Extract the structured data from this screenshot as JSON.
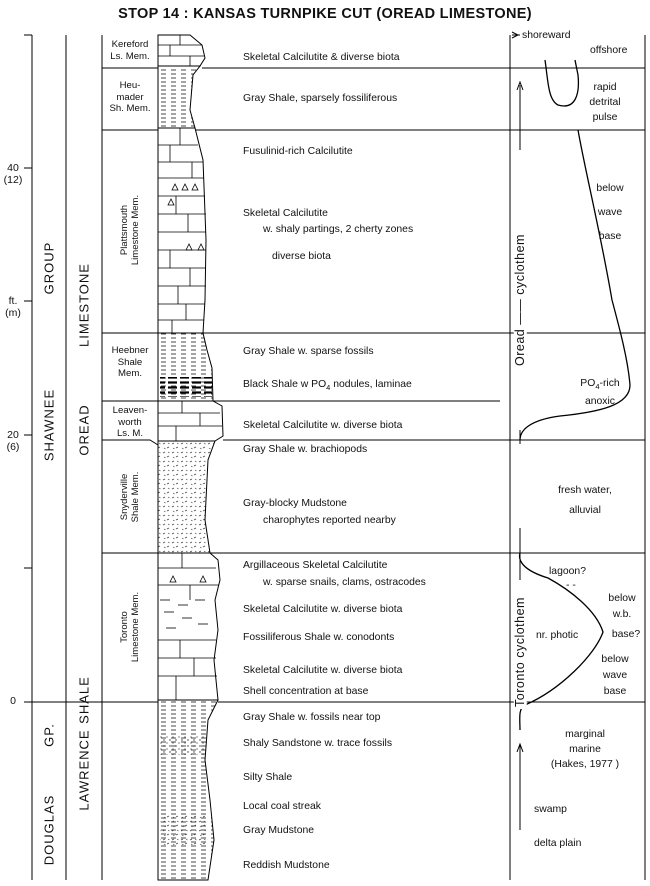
{
  "title": "STOP 14 : KANSAS TURNPIKE CUT (OREAD LIMESTONE)",
  "scale": {
    "t40a": "40",
    "t40b": "(12)",
    "t20a": "20",
    "t20b": "(6)",
    "t0": "0",
    "unit_ft": "ft.",
    "unit_m": "(m)"
  },
  "groups": {
    "shawnee": "SHAWNEE",
    "group": "GROUP",
    "douglas": "DOUGLAS",
    "gp": "GP.",
    "oread": "OREAD",
    "limestone": "LIMESTONE",
    "lawrence": "LAWRENCE",
    "shale": "SHALE"
  },
  "members": {
    "kereford_1": "Kereford",
    "kereford_2": "Ls. Mem.",
    "heumader_1": "Heu-",
    "heumader_2": "mader",
    "heumader_3": "Sh. Mem.",
    "plattsmouth_1": "Plattsmouth",
    "plattsmouth_2": "Limestone Mem.",
    "heebner_1": "Heebner",
    "heebner_2": "Shale",
    "heebner_3": "Mem.",
    "leavenworth_1": "Leaven-",
    "leavenworth_2": "worth",
    "leavenworth_3": "Ls. M.",
    "snyderville_1": "Snyderville",
    "snyderville_2": "Shale Mem.",
    "toronto_1": "Toronto",
    "toronto_2": "Limestone Mem."
  },
  "descriptions": {
    "d1": "Skeletal Calcilutite & diverse biota",
    "d2": "Gray Shale, sparsely fossiliferous",
    "d3": "Fusulinid-rich Calcilutite",
    "d4": "Skeletal Calcilutite",
    "d5": "w. shaly partings, 2 cherty zones",
    "d6": "diverse biota",
    "d7": "Gray Shale w. sparse fossils",
    "d8a": "Black Shale w PO",
    "d8sub": "4",
    "d8b": " nodules, laminae",
    "d9": "Skeletal Calcilutite w. diverse biota",
    "d10": "Gray Shale w. brachiopods",
    "d11": "Gray-blocky Mudstone",
    "d12": "charophytes reported nearby",
    "d13": "Argillaceous Skeletal Calcilutite",
    "d14": "w. sparse snails, clams, ostracodes",
    "d15": "Skeletal Calcilutite w. diverse biota",
    "d16": "Fossiliferous Shale w. conodonts",
    "d17": "Skeletal Calcilutite w. diverse biota",
    "d18": "Shell concentration at base",
    "d19": "Gray Shale w. fossils near top",
    "d20": "Shaly Sandstone w. trace fossils",
    "d21": "Silty Shale",
    "d22": "Local coal streak",
    "d23": "Gray Mudstone",
    "d24": "Reddish Mudstone"
  },
  "environment": {
    "shoreward": "shoreward",
    "offshore": "offshore",
    "rapid": "rapid",
    "detrital": "detrital",
    "pulse": "pulse",
    "below1": "below",
    "wave1": "wave",
    "base1": "base",
    "po4a": "PO",
    "po4sub": "4",
    "po4b": "-rich",
    "anoxic": "anoxic",
    "fresh": "fresh water,",
    "alluvial": "alluvial",
    "lagoon": "lagoon?",
    "dash": "- -",
    "below2": "below",
    "wb": "w.b.",
    "base2": "base?",
    "photic": "nr. photic",
    "below3": "below",
    "wave3": "wave",
    "base3": "base",
    "marginal": "marginal",
    "marine": "marine",
    "hakes": "(Hakes, 1977 )",
    "swamp": "swamp",
    "delta": "delta plain",
    "oread_cyclothem": "Oread —— cyclothem",
    "toronto_cyclothem": "Toronto cyclothem"
  }
}
